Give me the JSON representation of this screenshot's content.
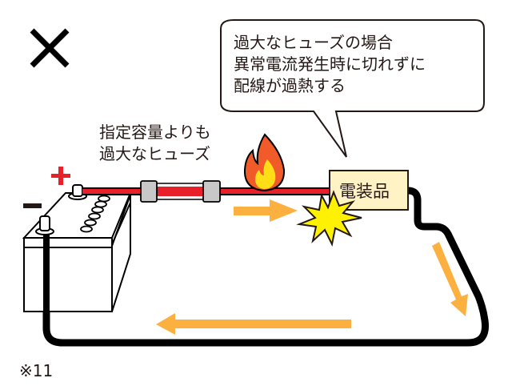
{
  "figure": {
    "verdict_mark": "×",
    "verdict_meaning": "incorrect",
    "speech_bubble": {
      "lines": [
        "過大なヒューズの場合",
        "異常電流発生時に切れずに",
        "配線が過熱する"
      ]
    },
    "fuse_label": {
      "lines": [
        "指定容量よりも",
        "過大なヒューズ"
      ]
    },
    "device_label": "電装品",
    "battery": {
      "positive_symbol": "+",
      "negative_symbol": "−"
    },
    "footnote": "※11",
    "icons": [
      "cross-icon",
      "battery-icon",
      "fuse-icon",
      "flame-icon",
      "spark-icon",
      "arrow-right-icon",
      "arrow-down-right-icon",
      "arrow-left-icon"
    ],
    "colors": {
      "positive_wire": "#e8202a",
      "negative_wire": "#000000",
      "current_arrow": "#fbb040",
      "flame_outer": "#f15a29",
      "flame_inner": "#ffde17",
      "spark": "#fff200",
      "device_fill": "#fff2c4",
      "fuse_cap": "#c8c8c8"
    }
  }
}
